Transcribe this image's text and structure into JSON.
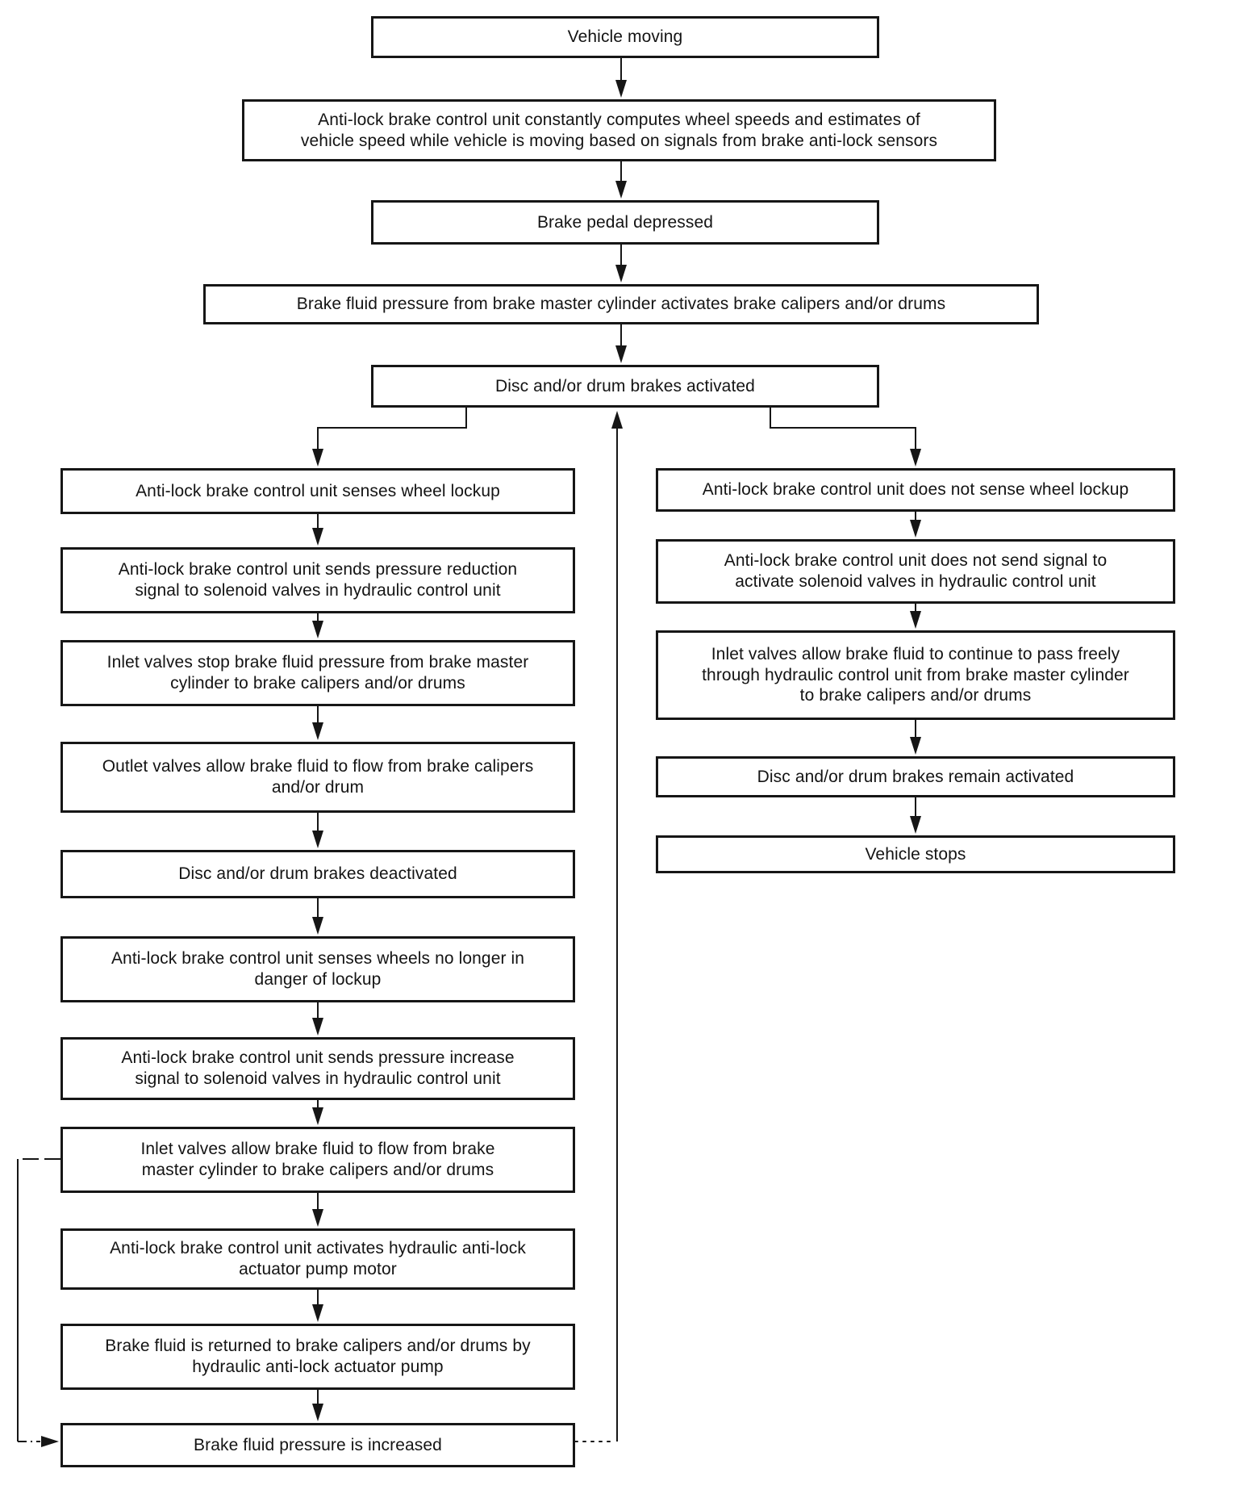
{
  "page": {
    "background_color": "#ffffff",
    "ink_color": "#141414"
  },
  "flowchart": {
    "main": [
      {
        "id": "vehicle-moving",
        "text": "Vehicle moving"
      },
      {
        "id": "abs-computes-wheel-speeds",
        "text": "Anti-lock brake control unit constantly computes wheel speeds and estimates of\nvehicle speed while vehicle is moving based on signals from brake anti-lock sensors"
      },
      {
        "id": "brake-pedal-depressed",
        "text": "Brake pedal depressed"
      },
      {
        "id": "master-cylinder-pressure-activates",
        "text": "Brake fluid pressure from brake master cylinder activates brake calipers and/or drums"
      },
      {
        "id": "disc-drum-brakes-activated",
        "text": "Disc and/or drum brakes activated"
      }
    ],
    "left_branch": [
      {
        "id": "abs-senses-wheel-lockup",
        "text": "Anti-lock brake control unit senses wheel lockup"
      },
      {
        "id": "abs-sends-pressure-reduction",
        "text": "Anti-lock brake control unit sends pressure reduction\nsignal to solenoid valves in hydraulic control unit"
      },
      {
        "id": "inlet-valves-stop-pressure",
        "text": "Inlet valves stop brake fluid pressure from brake master\ncylinder to brake calipers and/or drums"
      },
      {
        "id": "outlet-valves-allow-flow",
        "text": "Outlet valves allow brake fluid to flow from brake calipers\nand/or drum"
      },
      {
        "id": "disc-drum-brakes-deactivated",
        "text": "Disc and/or drum brakes deactivated"
      },
      {
        "id": "abs-senses-no-lockup-danger",
        "text": "Anti-lock brake control unit senses wheels no longer in\ndanger of lockup"
      },
      {
        "id": "abs-sends-pressure-increase",
        "text": "Anti-lock brake control unit sends pressure increase\nsignal to solenoid valves in hydraulic control unit"
      },
      {
        "id": "inlet-valves-allow-flow",
        "text": "Inlet valves allow brake fluid to flow from brake\nmaster cylinder to brake calipers and/or drums"
      },
      {
        "id": "abs-activates-pump-motor",
        "text": "Anti-lock brake control unit activates hydraulic anti-lock\nactuator pump motor"
      },
      {
        "id": "brake-fluid-returned-by-pump",
        "text": "Brake fluid is returned to brake calipers and/or drums by\nhydraulic anti-lock actuator pump"
      },
      {
        "id": "brake-fluid-pressure-increased",
        "text": "Brake fluid pressure is increased"
      }
    ],
    "right_branch": [
      {
        "id": "abs-does-not-sense-lockup",
        "text": "Anti-lock brake control unit does not sense wheel lockup"
      },
      {
        "id": "abs-does-not-send-signal",
        "text": "Anti-lock brake control unit does not send signal to\nactivate solenoid valves in hydraulic control unit"
      },
      {
        "id": "inlet-valves-pass-freely",
        "text": "Inlet valves allow brake fluid to continue to pass freely\nthrough hydraulic control unit from brake master cylinder\nto brake calipers and/or drums"
      },
      {
        "id": "disc-drum-brakes-remain-activated",
        "text": "Disc and/or drum brakes remain activated"
      },
      {
        "id": "vehicle-stops",
        "text": "Vehicle stops"
      }
    ]
  }
}
